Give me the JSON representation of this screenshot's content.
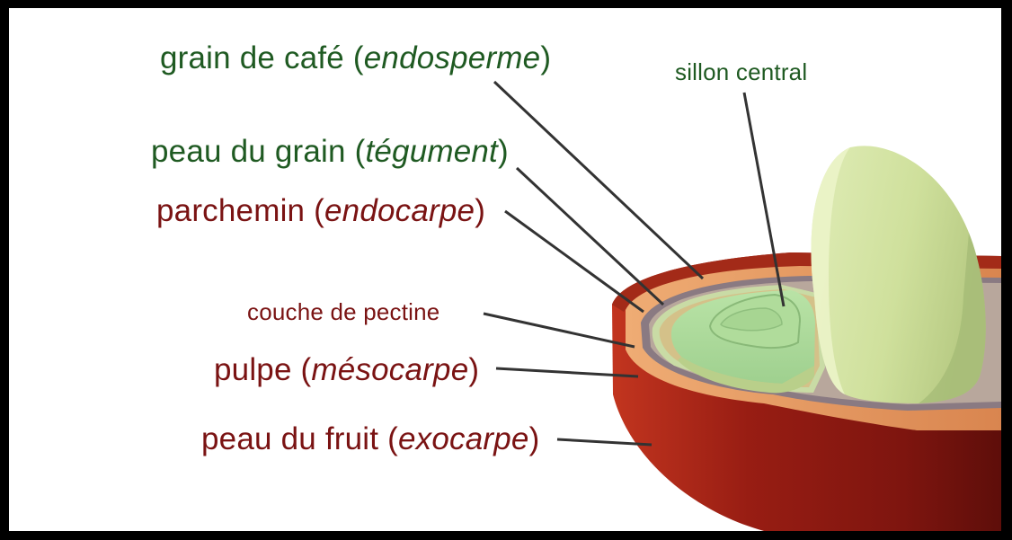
{
  "colors": {
    "green_label": "#1f5a22",
    "red_label": "#7a1313",
    "exocarp": "#8e1c12",
    "mesocarp": "#e0945e",
    "pectin": "#8a7a80",
    "parchment": "#c4d8a2",
    "bean": "#a8d89a",
    "half_bean": "#d8e8ab"
  },
  "labels": {
    "endosperme": {
      "prefix": "grain de café (",
      "term": "endosperme",
      "suffix": ")"
    },
    "sillon": {
      "text": "sillon central"
    },
    "tegument": {
      "prefix": "peau du grain (",
      "term": "tégument",
      "suffix": ")"
    },
    "endocarpe": {
      "prefix": "parchemin (",
      "term": "endocarpe",
      "suffix": ")"
    },
    "pectine": {
      "text": "couche de pectine"
    },
    "mesocarpe": {
      "prefix": "pulpe (",
      "term": "mésocarpe",
      "suffix": ")"
    },
    "exocarpe": {
      "prefix": "peau du fruit (",
      "term": "exocarpe",
      "suffix": ")"
    }
  }
}
